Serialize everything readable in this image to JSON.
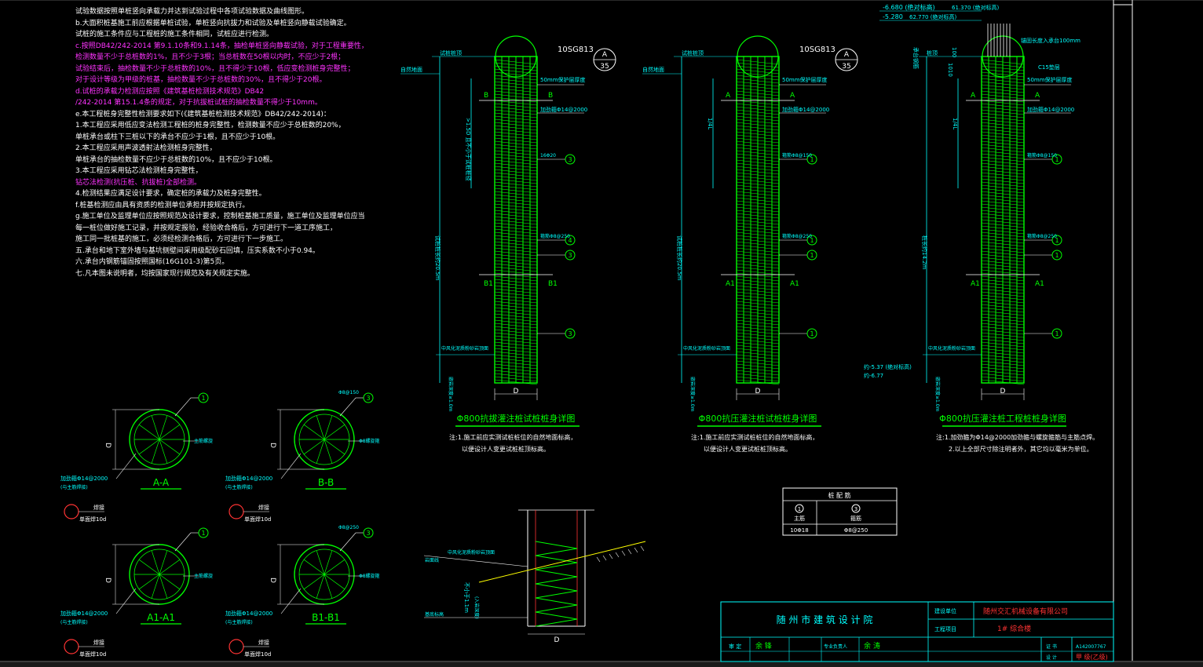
{
  "colors": {
    "background": "#000000",
    "rebar": "#00ff00",
    "annotation": "#00ffff",
    "note_text": "#ffffff",
    "note_highlight": "#ff33ff",
    "section_marker": "#ff3333",
    "ground_line": "#ffff00",
    "leader": "#ffffff"
  },
  "notes": [
    {
      "text": "试验数据按照单桩竖向承载力并达到试验过程中各项试验数据及曲线图形。",
      "hl": false
    },
    {
      "text": "b.大面积桩基施工前应根据单桩试验，单桩竖向抗拔力和试验及单桩竖向静载试验确定。",
      "hl": false
    },
    {
      "text": "试桩的施工条件应与工程桩的施工条件相同，试桩应进行检测。",
      "hl": false
    },
    {
      "text": "c.按照DB42/242-2014 第9.1.10条和9.1.14条，抽检单桩竖向静载试验，对于工程重要性，",
      "hl": true
    },
    {
      "text": "检测数量不少于总桩数的1%，且不少于3根；当总桩数在50根以内时，不应少于2根；",
      "hl": true
    },
    {
      "text": "试验结束后，抽检数量不少于总桩数的10%，且不得少于10根，低应变检测桩身完整性；",
      "hl": true
    },
    {
      "text": "对于设计等级为甲级的桩基，抽检数量不少于总桩数的30%，且不得少于20根。",
      "hl": true
    },
    {
      "text": "d.试桩的承载力检测应按照《建筑基桩检测技术规范》DB42",
      "hl": true
    },
    {
      "text": "/242-2014 第15.1.4条的规定，对于抗拔桩试桩的抽检数量不得少于10mm。",
      "hl": true
    },
    {
      "text": "e.本工程桩身完整性检测要求如下(《建筑基桩检测技术规范》DB42/242-2014)：",
      "hl": false
    },
    {
      "text": "1.本工程应采用低应变法检测工程桩的桩身完整性，检测数量不应少于总桩数的20%，",
      "hl": false
    },
    {
      "text": "单桩承台或柱下三桩以下的承台不应少于1根，且不应少于10根。",
      "hl": false
    },
    {
      "text": "2.本工程应采用声波透射法检测桩身完整性，",
      "hl": false
    },
    {
      "text": "单桩承台的抽检数量不应少于总桩数的10%，且不应少于10根。",
      "hl": false
    },
    {
      "text": "3.本工程应采用钻芯法检测桩身完整性，",
      "hl": false
    },
    {
      "text": "钻芯法检测(抗压桩、抗拔桩)全部检测。",
      "hl": true
    },
    {
      "text": "4.检测结果应满足设计要求，确定桩的承载力及桩身完整性。",
      "hl": false
    },
    {
      "text": "f.桩基检测应由具有资质的检测单位承担并按规定执行。",
      "hl": false
    },
    {
      "text": "g.施工单位及监理单位应按照规范及设计要求，控制桩基施工质量，施工单位及监理单位应当",
      "hl": false
    },
    {
      "text": "每一桩位做好施工记录，并按规定报验，经验收合格后，方可进行下一道工序施工，",
      "hl": false
    },
    {
      "text": "施工同一批桩基的施工，必须经检测合格后，方可进行下一步施工。",
      "hl": false
    },
    {
      "text": "五.承台和地下室外墙与基坑侧壁间采用级配砂石回填，压实系数不小于0.94。",
      "hl": false
    },
    {
      "text": "六.承台内钢筋锚固按照国标(16G101-3)第5页。",
      "hl": false
    },
    {
      "text": "七.凡本图未说明者，均按国家现行规范及有关规定实施。",
      "hl": false
    }
  ],
  "piles": [
    {
      "id": "pile1",
      "title": "Φ800抗拔灌注桩试桩桩身详图",
      "ref_code": "10SG813",
      "ref_top": "A",
      "ref_bottom": "35",
      "cover": "50mm保护层厚度",
      "hoop": "加劲箍Φ14@2000",
      "rebar3": "16Φ20",
      "rebar4": "箍筋Φ8@250",
      "upper_sec": "B",
      "lower_sec": "B1",
      "note1": "注:1.施工前应实测试桩桩位的自然地面标高，",
      "note2": "以便设计人变更试桩桩顶标高。",
      "side_text": "试桩桩长约20.5m",
      "side_text2": ">1.5D 且不小于试桩桩径",
      "top_label": "自然地面",
      "bottom_label": "中风化泥质粉砂岩顶面",
      "embed_label": "嵌岩深度≥1.0m",
      "cap_label": "试桩桩顶",
      "bottom_dim": "D",
      "marks": [
        "3",
        "4",
        "3",
        "3"
      ]
    },
    {
      "id": "pile2",
      "title": "Φ800抗压灌注桩试桩桩身详图",
      "ref_code": "10SG813",
      "ref_top": "A",
      "ref_bottom": "35",
      "cover": "50mm保护层厚度",
      "hoop": "加劲箍Φ14@2000",
      "rebar3": "箍筋Φ8@150",
      "rebar4": "箍筋Φ8@250",
      "upper_sec": "A",
      "lower_sec": "A1",
      "note1": "注:1.施工前应实测试桩桩位的自然地面标高，",
      "note2": "以便设计人变更试桩桩顶标高。",
      "side_text": "试桩桩长约20.5m",
      "side_text2": "1/4L",
      "top_label": "自然地面",
      "bottom_label": "中风化泥质粉砂岩顶面",
      "embed_label": "嵌岩深度≥1.0m",
      "cap_label": "试桩桩顶",
      "bottom_dim": "D",
      "marks": [
        "1",
        "1",
        "1",
        "1"
      ]
    },
    {
      "id": "pile3",
      "title": "Φ800抗压灌注桩工程桩桩身详图",
      "ref_code": "",
      "ref_top": "",
      "ref_bottom": "",
      "cover": "50mm保护层厚度",
      "hoop": "加劲箍Φ14@2000",
      "rebar3": "箍筋Φ8@150",
      "rebar4": "箍筋Φ8@250",
      "upper_sec": "A",
      "lower_sec": "A1",
      "note1": "注:1.加劲箍为Φ14@2000加劲箍与螺旋箍筋与主筋点焊。",
      "note2": "2.以上全部尺寸除注明者外，其它均以毫米为单位。",
      "side_text": "桩长约14.2m",
      "side_text2": "1/4L",
      "top_label": "",
      "bottom_label": "中风化泥质粉砂岩顶面",
      "embed_label": "嵌岩深度≥1.0m",
      "cap_label": "桩顶",
      "bottom_dim": "D",
      "marks": [
        "1",
        "1",
        "1",
        "1"
      ]
    }
  ],
  "pile3_top": {
    "elev1": "-6.680 (绝对标高)",
    "elev1b": "61.370 (绝对标高)",
    "elev2": "-5.280",
    "elev2b": "62.770 (绝对标高)",
    "anchor_note": "锚固长度入承台100mm",
    "c15": "C15垫层",
    "dim_top": "100",
    "dim_mid": "1010",
    "label_a": "承台钢筋",
    "bottom_elev1": "约-5.37 (绝对标高)",
    "bottom_elev2": "约-6.77"
  },
  "sections": [
    {
      "name": "A-A",
      "mark": "1",
      "label_r": "主筋螺旋",
      "label_l": "加劲箍Φ14@2000",
      "label_l2": "(与主筋焊接)",
      "lap": "焊接",
      "lap2": "单面焊10d",
      "dim": "D"
    },
    {
      "name": "B-B",
      "mark": "3",
      "label_r": "Φ8螺旋箍",
      "label_l": "加劲箍Φ14@2000",
      "label_l2": "(与主筋焊接)",
      "lap": "焊接",
      "lap2": "单面焊10d",
      "dim": "D",
      "mark_top": "Φ8@150"
    },
    {
      "name": "A1-A1",
      "mark": "1",
      "label_r": "主筋螺旋",
      "label_l": "加劲箍Φ14@2000",
      "label_l2": "(与主筋焊接)",
      "lap": "焊接",
      "lap2": "单面焊10d",
      "dim": "D"
    },
    {
      "name": "B1-B1",
      "mark": "3",
      "label_r": "Φ8螺旋箍",
      "label_l": "加劲箍Φ14@2000",
      "label_l2": "(与主筋焊接)",
      "lap": "焊接",
      "lap2": "单面焊10d",
      "dim": "D",
      "mark_top": "Φ8@250"
    }
  ],
  "rebar_table": {
    "title": "桩 配 筋",
    "marks": [
      "1",
      "3"
    ],
    "names": [
      "主筋",
      "箍筋"
    ],
    "values": [
      "10Φ18",
      "Φ8@250"
    ]
  },
  "detail": {
    "label1": "中风化泥质粉砂岩顶面",
    "label2": "岩面线",
    "label3": "基底标高",
    "label4": "不小于1.1m",
    "label5": "(入岩深度)",
    "dim": "D"
  },
  "title_block": {
    "institute": "随 州 市 建 筑 设 计 院",
    "field1": "建设单位",
    "value1": "随州交汇机械设备有限公司",
    "field2": "工程项目",
    "value2": "1# 综合楼",
    "row_a": "审 定",
    "row_a_val": "余 锋",
    "row_b": "专业负责人",
    "row_b_val": "余 涛",
    "num_label": "证 书",
    "num_val": "A142007767",
    "date_label": "设 计",
    "date_val": "甲 级(乙级)"
  }
}
